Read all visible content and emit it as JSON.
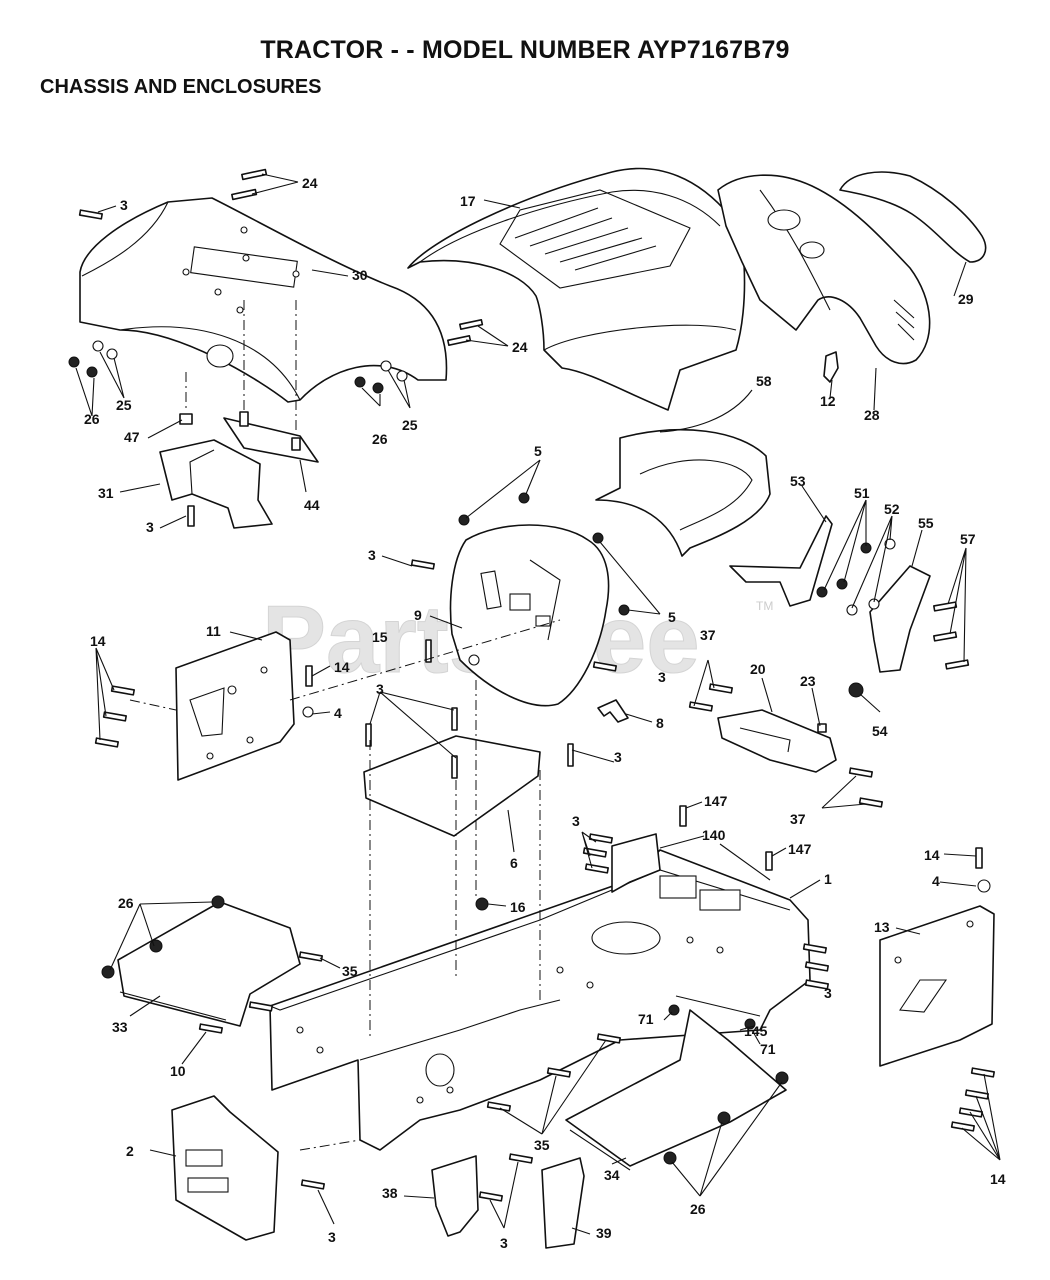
{
  "header": {
    "title": "TRACTOR - - MODEL NUMBER AYP7167B79",
    "subtitle": "CHASSIS AND ENCLOSURES"
  },
  "watermark": {
    "text": "PartsTree",
    "tm": "TM"
  },
  "callouts": {
    "n1": "1",
    "n2": "2",
    "n3a": "3",
    "n3b": "3",
    "n3c": "3",
    "n3d": "3",
    "n3e": "3",
    "n3f": "3",
    "n3g": "3",
    "n3h": "3",
    "n3i": "3",
    "n3j": "3",
    "n4a": "4",
    "n4b": "4",
    "n5a": "5",
    "n5b": "5",
    "n6": "6",
    "n8": "8",
    "n9": "9",
    "n10": "10",
    "n11": "11",
    "n12": "12",
    "n13": "13",
    "n14a": "14",
    "n14b": "14",
    "n14c": "14",
    "n14d": "14",
    "n15": "15",
    "n16": "16",
    "n17": "17",
    "n20": "20",
    "n23": "23",
    "n24a": "24",
    "n24b": "24",
    "n25a": "25",
    "n25b": "25",
    "n26a": "26",
    "n26b": "26",
    "n26c": "26",
    "n26d": "26",
    "n28": "28",
    "n29": "29",
    "n30": "30",
    "n31": "31",
    "n33": "33",
    "n34": "34",
    "n35a": "35",
    "n35b": "35",
    "n37a": "37",
    "n37b": "37",
    "n38": "38",
    "n39": "39",
    "n44": "44",
    "n47": "47",
    "n51": "51",
    "n52": "52",
    "n53": "53",
    "n54": "54",
    "n55": "55",
    "n57": "57",
    "n58": "58",
    "n71a": "71",
    "n71b": "71",
    "n140": "140",
    "n145": "145",
    "n147a": "147",
    "n147b": "147"
  }
}
